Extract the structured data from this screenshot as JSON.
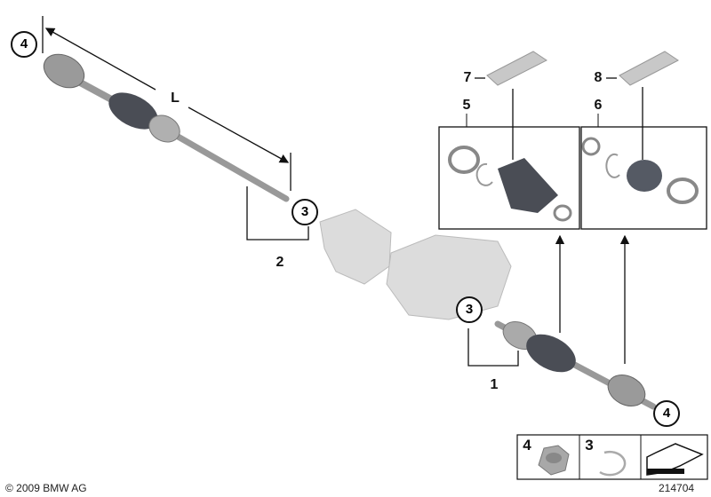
{
  "callouts": {
    "left_outer_joint": "4",
    "left_shaft_end": "3",
    "right_shaft_end": "3",
    "right_outer_joint": "4"
  },
  "labels": {
    "length": "L",
    "left_shaft": "2",
    "right_shaft": "1",
    "outer_boot_kit": "5",
    "inner_boot_kit": "6",
    "grease_1": "7",
    "grease_2": "8"
  },
  "legend": {
    "nut_label": "4",
    "circlip_label": "3"
  },
  "footer": {
    "copyright": "© 2009 BMW AG",
    "diagram_number": "214704"
  },
  "colors": {
    "line": "#111111",
    "part": "#8a8a8a",
    "boot": "#4a4d55",
    "ghost": "#d8d8d8"
  }
}
